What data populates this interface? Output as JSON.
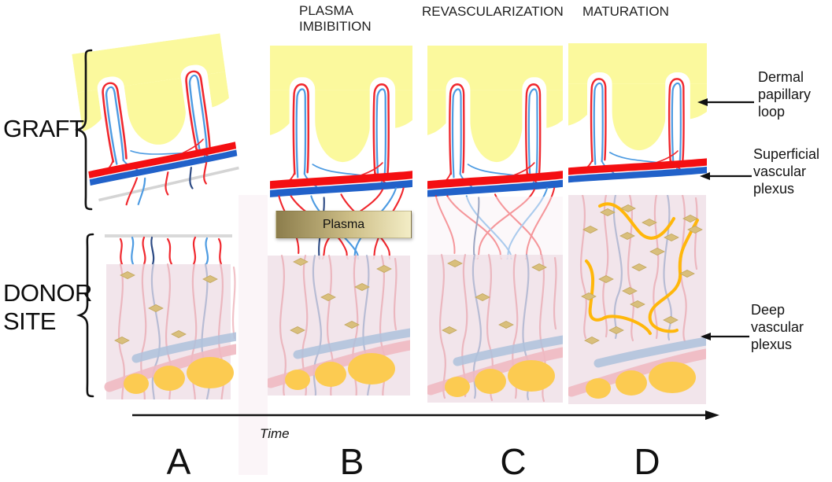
{
  "figure": {
    "stage_titles": {
      "b_line1": "PLASMA",
      "b_line2": "IMBIBITION",
      "c": "REVASCULARIZATION",
      "d": "MATURATION"
    },
    "side_labels": {
      "graft": "GRAFT",
      "donor_line1": "DONOR",
      "donor_line2": "SITE"
    },
    "annotations": {
      "dermal": {
        "line1": "Dermal",
        "line2": "papillary",
        "line3": "loop"
      },
      "superficial": {
        "line1": "Superficial",
        "line2": "vascular",
        "line3": "plexus"
      },
      "deep": {
        "line1": "Deep",
        "line2": "vascular",
        "line3": "plexus"
      }
    },
    "plasma_box_label": "Plasma",
    "time_label": "Time",
    "panel_letters": {
      "a": "A",
      "b": "B",
      "c": "C",
      "d": "D"
    },
    "colors": {
      "epidermis_yellow": "#FBF99D",
      "vessel_red": "#F0282E",
      "vessel_blue": "#4D9BE2",
      "vessel_navy": "#2C4A84",
      "plexus_red": "#F40F12",
      "plexus_blue": "#2161C9",
      "donor_pink": "#F1E2E9",
      "faint_pink": "#E899A3",
      "faint_slate": "#93A2C6",
      "deep_blue_band": "#AEC2DC",
      "deep_pink_band": "#EFB9C2",
      "fat_yellow": "#FCCB51",
      "fibroblast_gold": "#D9BF7C",
      "fibroblast_edge": "#C3A75F",
      "orange_vessel": "#FFB70B",
      "plasma_gradient_start": "#8C7D4C",
      "plasma_gradient_end": "#F3EDC6",
      "ink": "#1A1A1A"
    }
  }
}
